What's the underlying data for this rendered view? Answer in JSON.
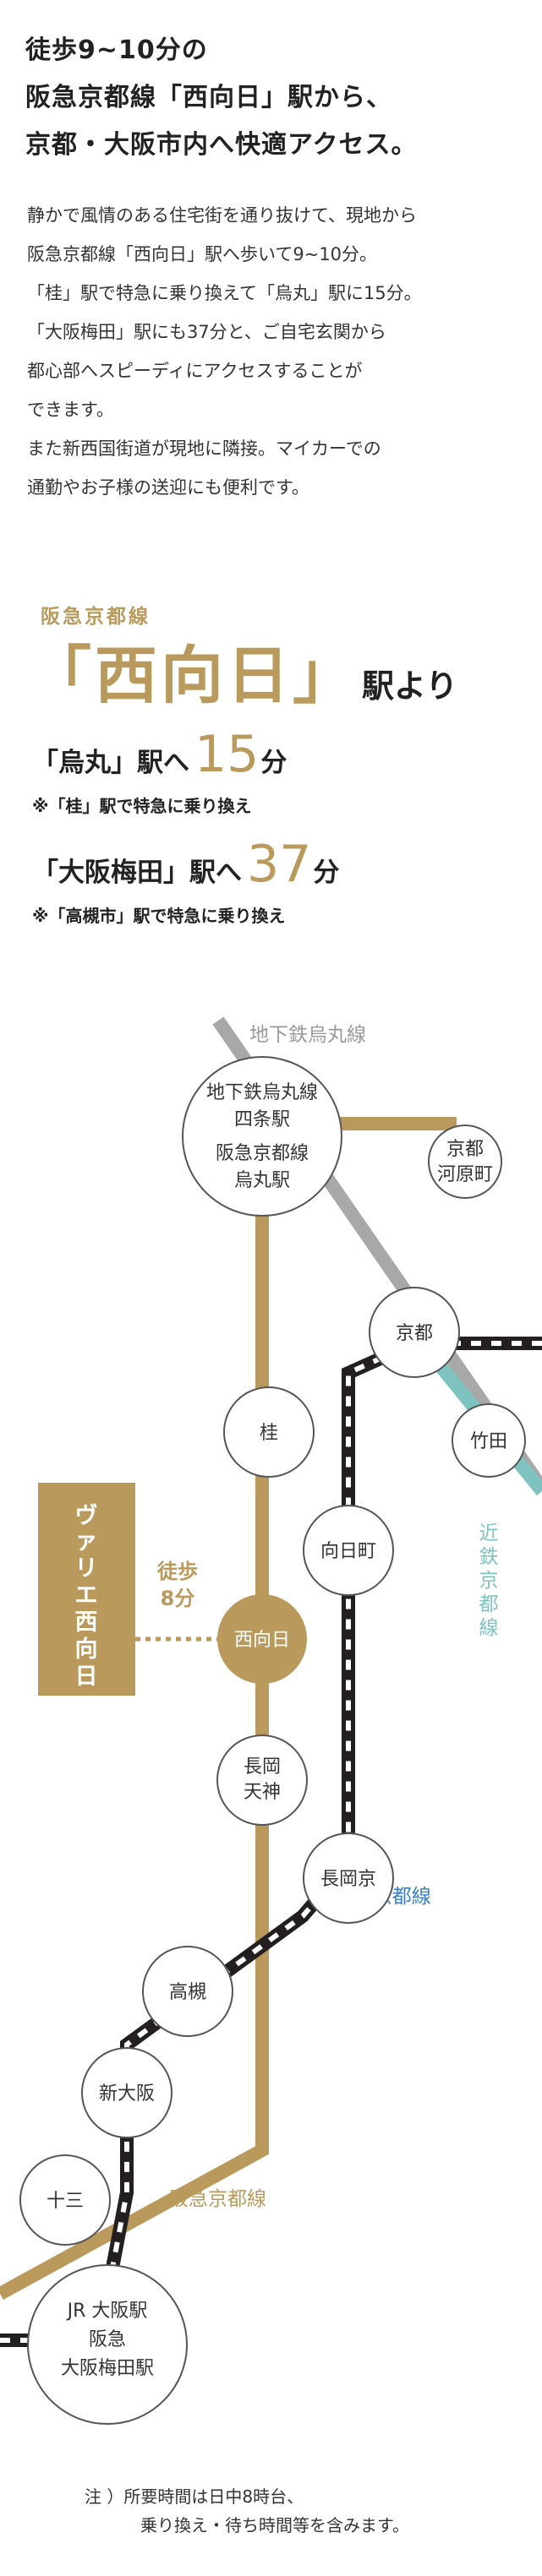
{
  "headline": [
    "徒歩9~10分の",
    "阪急京都線「西向日」駅から、",
    "京都・大阪市内へ快適アクセス。"
  ],
  "body": [
    "静かで風情のある住宅街を通り抜けて、現地から",
    "阪急京都線「西向日」駅へ歩いて9~10分。",
    "「桂」駅で特急に乗り換えて「烏丸」駅に15分。",
    "「大阪梅田」駅にも37分と、ご自宅玄関から",
    "都心部へスピーディにアクセスすることが",
    "できます。",
    "また新西国街道が現地に隣接。マイカーでの",
    "通勤やお子様の送迎にも便利です。"
  ],
  "origin": {
    "line": "阪急京都線",
    "station": "「西向日」",
    "suffix": "駅より"
  },
  "times": [
    {
      "dest": "「烏丸」駅へ",
      "minutes": "15",
      "unit": "分",
      "note": "※「桂」駅で特急に乗り換え"
    },
    {
      "dest": "「大阪梅田」駅へ",
      "minutes": "37",
      "unit": "分",
      "note": "※「高槻市」駅で特急に乗り換え"
    }
  ],
  "map": {
    "line_labels": {
      "subway": "地下鉄烏丸線",
      "kintetsu": [
        "近",
        "鉄",
        "京",
        "都",
        "線"
      ],
      "jr": "JR京都線",
      "hankyu": "阪急京都線"
    },
    "stations": {
      "karasuma": [
        "地下鉄烏丸線",
        "四条駅",
        "阪急京都線",
        "烏丸駅"
      ],
      "kawaramachi": [
        "京都",
        "河原町"
      ],
      "kyoto": "京都",
      "takeda": "竹田",
      "katsura": "桂",
      "mukomachi": "向日町",
      "nishimuko": "西向日",
      "nagaokatenjin": [
        "長岡",
        "天神"
      ],
      "nagaokakyo": "長岡京",
      "takatsuki": "高槻",
      "shinosaka": "新大阪",
      "juso": "十三",
      "osaka": [
        "JR 大阪駅",
        "阪急",
        "大阪梅田駅"
      ]
    },
    "property": [
      "ヴ",
      "ァ",
      "リ",
      "エ",
      "西",
      "向",
      "日"
    ],
    "walk": [
      "徒歩",
      "8分"
    ]
  },
  "footnote": [
    "注 ）所要時間は日中8時台、",
    "乗り換え・待ち時間等を含みます。"
  ],
  "colors": {
    "gold": "#b99a5c",
    "gray_line": "#a8a8a8",
    "teal_line": "#7fc3c1",
    "jr_line": "#231f20",
    "jr_label": "#3a7fc1",
    "property_box": "#b99a5c"
  }
}
